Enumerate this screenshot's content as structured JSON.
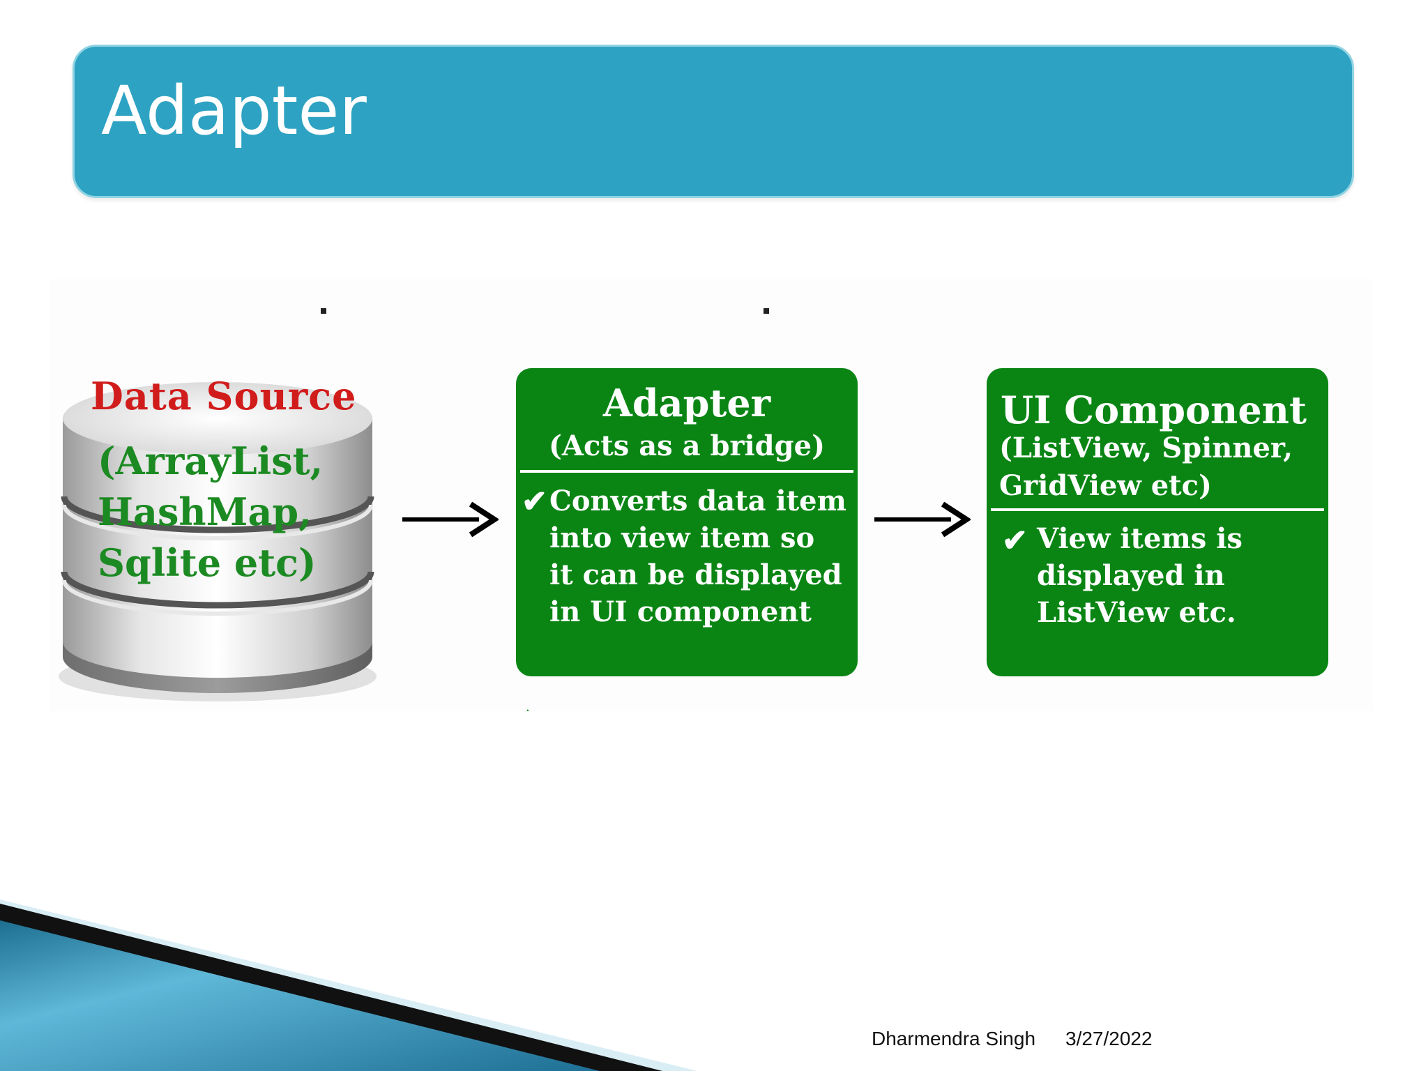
{
  "slide": {
    "title": "Adapter",
    "colors": {
      "title_bar": "#2ea2c2",
      "box_green": "#0a8514",
      "data_source_red": "#d11c1c",
      "data_source_green": "#1c8a22"
    }
  },
  "diagram": {
    "data_source": {
      "title": "Data Source",
      "subtitle": "(ArrayList,\nHashMap,\nSqlite etc)"
    },
    "adapter_box": {
      "title": "Adapter",
      "subtitle": "(Acts as a bridge)",
      "check_icon": "checkmark-icon",
      "body": "Converts data item\ninto view item so\nit can be displayed\nin UI component"
    },
    "ui_component_box": {
      "title": "UI Component",
      "subtitle": "(ListView, Spinner,\nGridView etc)",
      "check_icon": "checkmark-icon",
      "body": "View items is\ndisplayed in\nListView etc."
    }
  },
  "footer": {
    "author": "Dharmendra Singh",
    "date": "3/27/2022"
  }
}
